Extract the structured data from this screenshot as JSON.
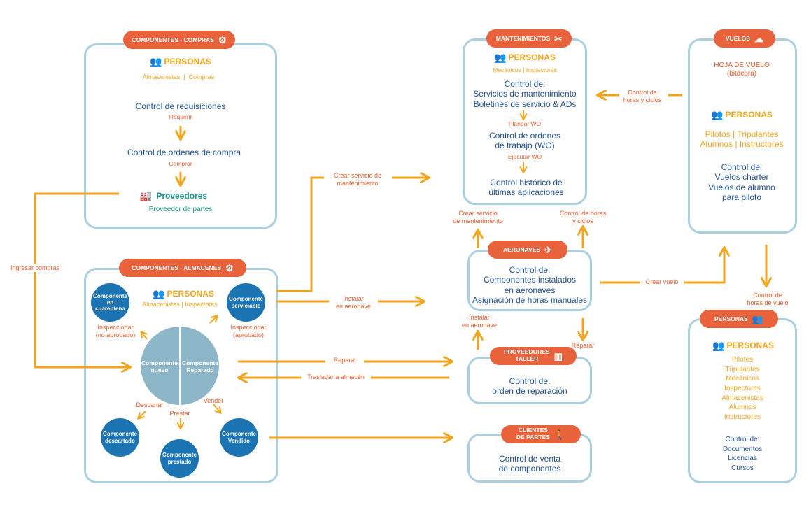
{
  "compras": {
    "badge": "COMPONENTES - COMPRAS",
    "personas_title": "PERSONAS",
    "roles": [
      "Almacenistas",
      "Compras"
    ],
    "control_req": "Control de requisiciones",
    "requerir": "Requerir",
    "control_oc": "Control de ordenes de compra",
    "comprar": "Comprar",
    "proveedores": "Proveedores",
    "proveedor_partes": "Proveedor de partes"
  },
  "almacenes": {
    "badge": "COMPONENTES - ALMACENES",
    "personas_title": "PERSONAS",
    "roles": [
      "Almacenistas",
      "Inspectores"
    ],
    "cuarentena": [
      "Componente",
      "en",
      "cuarentena"
    ],
    "serviciable": [
      "Componente",
      "serviciable"
    ],
    "nuevo": [
      "Componente",
      "nuevo"
    ],
    "reparado": [
      "Componente",
      "Reparado"
    ],
    "descartado": [
      "Componente",
      "descartado"
    ],
    "prestado": [
      "Componente",
      "prestado"
    ],
    "vendido": [
      "Componente",
      "Vendido"
    ],
    "insp_no": [
      "Inspeccionar",
      "(no aprobado)"
    ],
    "insp_si": [
      "Inspeccionar",
      "(aprobado)"
    ],
    "descartar": "Descartar",
    "prestar": "Prestar",
    "vender": "Vender"
  },
  "mantenimientos": {
    "badge": "MANTENIMIENTOS",
    "personas_title": "PERSONAS",
    "roles": [
      "Mecánicos",
      "Inspectores"
    ],
    "control1": [
      "Control de:",
      "Servicios de mantenimiento",
      "Boletines de servicio & ADs"
    ],
    "planear": "Planear WO",
    "control2": [
      "Control de ordenes",
      "de trabajo (WO)"
    ],
    "ejecutar": "Ejecutar WO",
    "control3": [
      "Control histórico de",
      "últimas aplicaciones"
    ]
  },
  "vuelos": {
    "badge": "VUELOS",
    "hoja": "HOJA DE VUELO",
    "bitacora": "(bitácora)",
    "personas_title": "PERSONAS",
    "roles1": [
      "Pilotos",
      "Tripulantes"
    ],
    "roles2": [
      "Alumnos",
      "Instructores"
    ],
    "control": [
      "Control de:",
      "Vuelos charter",
      "Vuelos de alumno",
      "para piloto"
    ]
  },
  "aeronaves": {
    "badge": "AERONAVES",
    "control": [
      "Control de:",
      "Componentes instalados",
      "en aeronaves",
      "Asignación de horas manuales"
    ]
  },
  "taller": {
    "badge": [
      "PROVEEDORES",
      "TALLER"
    ],
    "control": [
      "Control de:",
      "orden de reparación"
    ]
  },
  "clientes": {
    "badge": [
      "CLIENTES",
      "DE PARTES"
    ],
    "control": [
      "Control de venta",
      "de componentes"
    ]
  },
  "personas_box": {
    "badge": "PERSONAS",
    "personas_title": "PERSONAS",
    "roles": [
      "Pilotos",
      "Tripulantes",
      "Mecánicos",
      "Inspectores",
      "Almacenistas",
      "Alumnos",
      "Instructores"
    ],
    "control": [
      "Control de:",
      "Documentos",
      "Licencias",
      "Cursos"
    ]
  },
  "flows": {
    "ingresar_compras": "Ingresar compras",
    "crear_servicio": [
      "Crear servicio de",
      "mantenimiento"
    ],
    "instalar": [
      "Instalar",
      "en aeronave"
    ],
    "reparar": "Reparar",
    "trasladar": "Trasladar a almacén",
    "crear_servicio2": [
      "Crear servicio",
      "de mantenimiento"
    ],
    "control_horas_ciclos": [
      "Control de horas",
      "y ciclos"
    ],
    "control_de_horas_ciclos": [
      "Control de",
      "horas y ciclos"
    ],
    "crear_vuelo": "Crear vuelo",
    "control_horas_vuelo": [
      "Control de",
      "horas de vuelo"
    ],
    "instalar2": [
      "Instalar",
      "en aeronave"
    ],
    "reparar2": "Reparar"
  },
  "colors": {
    "orange": "#f2a51c",
    "red": "#e8623b",
    "blue": "#1f4f8f",
    "border": "#a9cfe0",
    "circle": "#1c74b2",
    "half": "#8db6c9"
  }
}
